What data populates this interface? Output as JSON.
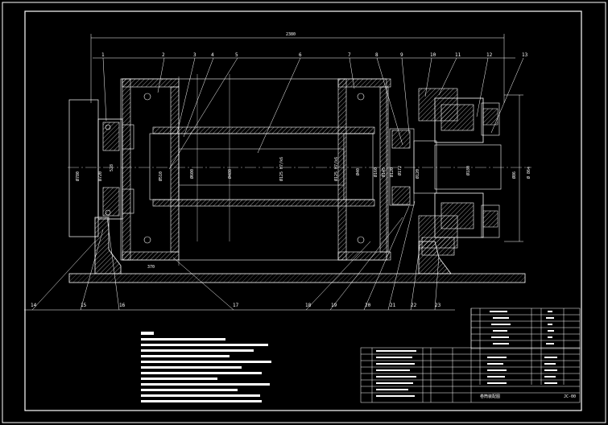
{
  "drawing": {
    "overall_dimension": "2380",
    "part_numbers": [
      "1",
      "2",
      "3",
      "4",
      "5",
      "6",
      "7",
      "8",
      "9",
      "10",
      "11",
      "12",
      "13"
    ],
    "bottom_part_numbers": [
      "14",
      "15",
      "16",
      "17",
      "18",
      "19",
      "20",
      "21",
      "22",
      "23"
    ],
    "dimensions": {
      "d780": "Ø780",
      "d720": "Ø720",
      "d528": "528",
      "d510": "Ø510",
      "d600": "Ø600",
      "d480": "Ø480",
      "d40": "Ø40",
      "d160": "Ø160",
      "d145": "Ø145",
      "d120": "Ø120",
      "d172": "Ø172",
      "d120b": "Ø120",
      "d864": "Ø 864",
      "d180": "Ø180",
      "d86": "Ø86",
      "shaft": "Ø125 H7/k6",
      "shaft2": "Ø125 H7/k6",
      "len370": "370"
    },
    "title_text": "卷筒装配图",
    "drawing_no": "JC-00"
  }
}
